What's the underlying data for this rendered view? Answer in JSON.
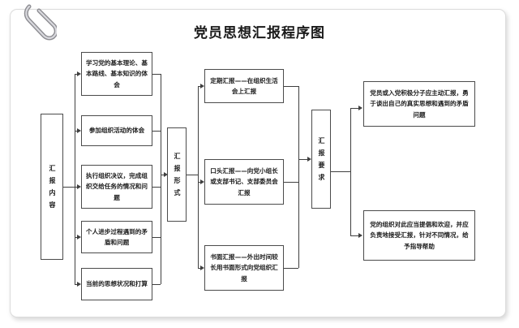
{
  "document": {
    "title": "党员思想汇报程序图",
    "decoration": "paperclip-icon",
    "frame_color": "#dcdcdc",
    "line_color": "#3f3f3f",
    "box_border_color": "#4b4b4b",
    "background": "#ffffff"
  },
  "chart_data": {
    "type": "diagram",
    "title": "党员思想汇报程序图",
    "orientation": "left-to-right flowchart",
    "stages": [
      {
        "id": "stage1",
        "label": "汇报内容",
        "items": [
          "学习党的基本理论、基本路线、基本知识的体会",
          "参加组织活动的体会",
          "执行组织决议，完成组织交给任务的情况和问题",
          "个人进步过程遇到的矛盾和问题",
          "当前的思想状况和打算"
        ]
      },
      {
        "id": "stage2",
        "label": "汇报形式",
        "items": [
          "定期汇报——在组织生活会上汇报",
          "口头汇报——向党小组长或支部书记、支部委员会汇报",
          "书面汇报——外出时间较长用书面形式向党组织汇报"
        ]
      },
      {
        "id": "stage3",
        "label": "汇报要求",
        "items": [
          "党员或入党积极分子应主动汇报，勇于谈出自己的真实思想和遇到的矛盾问题",
          "党的组织对此应当提倡和欢迎，并应负责地接受汇报，针对不同情况，给予指导帮助"
        ]
      }
    ]
  },
  "stage1": {
    "label": "汇报内容",
    "item0": "学习党的基本理论、基本路线、基本知识的体会",
    "item1": "参加组织活动的体会",
    "item2": "执行组织决议，完成组织交给任务的情况和问题",
    "item3": "个人进步过程遇到的矛盾和问题",
    "item4": "当前的思想状况和打算"
  },
  "stage2": {
    "label": "汇报形式",
    "item0": "定期汇报——在组织生活会上汇报",
    "item1": "口头汇报——向党小组长或支部书记、支部委员会汇报",
    "item2": "书面汇报——外出时间较长用书面形式向党组织汇报"
  },
  "stage3": {
    "label": "汇报要求",
    "item0": "党员或入党积极分子应主动汇报，勇于谈出自己的真实思想和遇到的矛盾问题",
    "item1": "党的组织对此应当提倡和欢迎，并应负责地接受汇报，针对不同情况，给予指导帮助"
  }
}
